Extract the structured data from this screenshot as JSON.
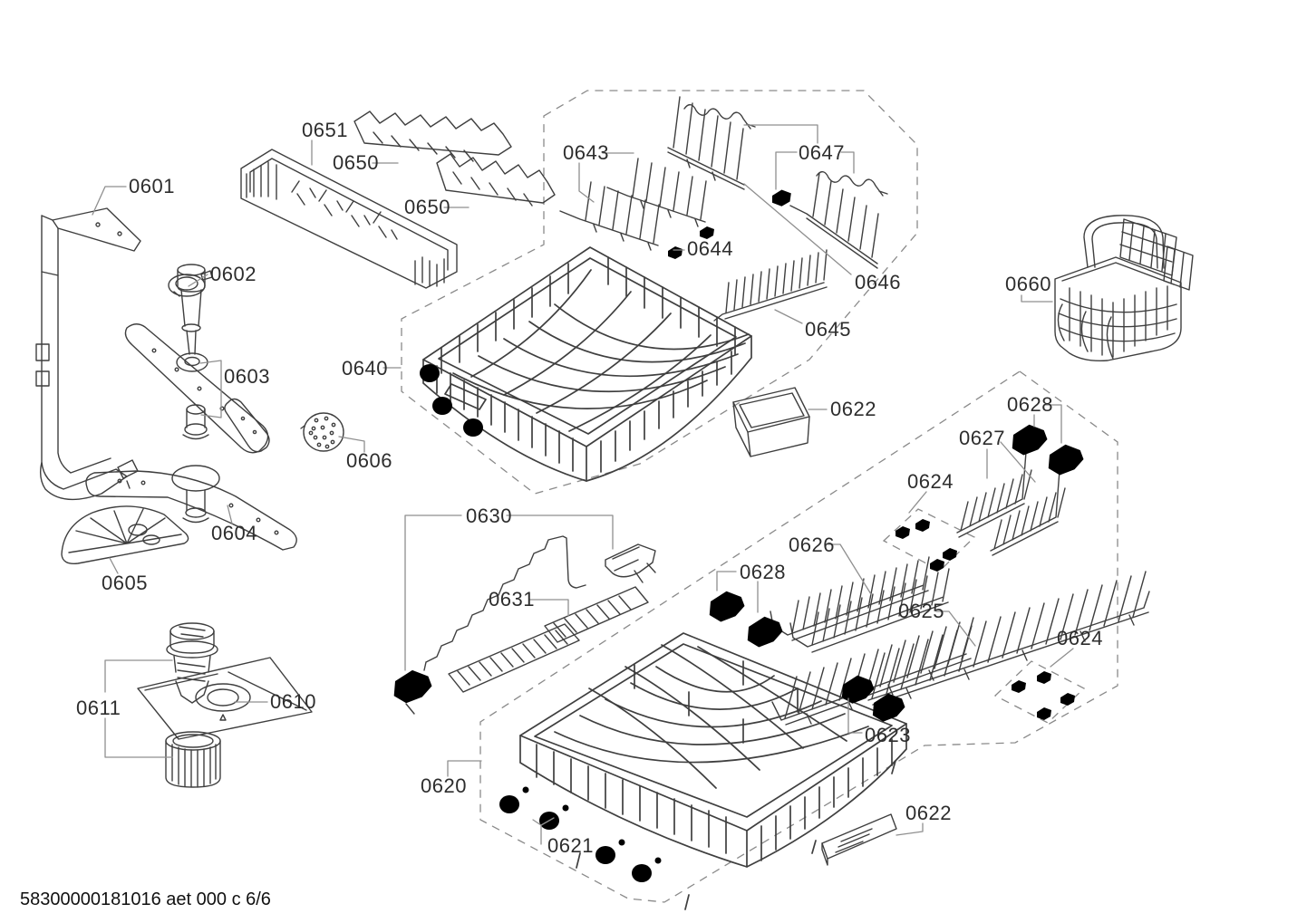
{
  "footer": {
    "text": "58300000181016 aet 000 c 6/6"
  },
  "colors": {
    "background": "#ffffff",
    "part_line": "#3f3f3f",
    "leader_line": "#8f8f8f",
    "dashed_outline": "#8a8a8a",
    "label_text": "#2d2d2d"
  },
  "labels": {
    "l0601": "0601",
    "l0602": "0602",
    "l0603": "0603",
    "l0604": "0604",
    "l0605": "0605",
    "l0606": "0606",
    "l0610": "0610",
    "l0611": "0611",
    "l0620": "0620",
    "l0621": "0621",
    "l0622a": "0622",
    "l0622b": "0622",
    "l0623": "0623",
    "l0624a": "0624",
    "l0624b": "0624",
    "l0625": "0625",
    "l0626": "0626",
    "l0627": "0627",
    "l0628a": "0628",
    "l0628b": "0628",
    "l0630": "0630",
    "l0631": "0631",
    "l0640": "0640",
    "l0643": "0643",
    "l0644": "0644",
    "l0645": "0645",
    "l0646": "0646",
    "l0647": "0647",
    "l0650a": "0650",
    "l0650b": "0650",
    "l0651": "0651",
    "l0660": "0660"
  }
}
